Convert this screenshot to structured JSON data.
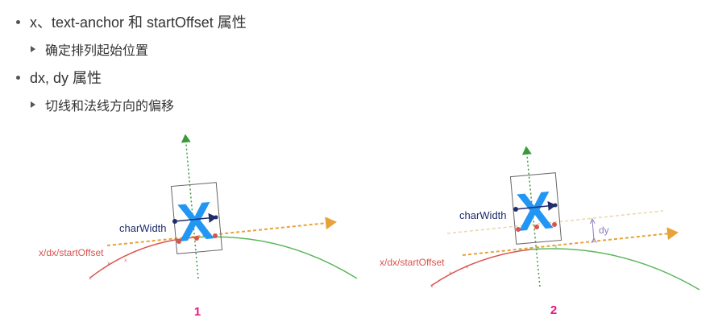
{
  "bullets": [
    {
      "level": 1,
      "text": "x、text-anchor 和 startOffset 属性"
    },
    {
      "level": 2,
      "text": "确定排列起始位置"
    },
    {
      "level": 1,
      "text": "dx, dy 属性"
    },
    {
      "level": 2,
      "text": "切线和法线方向的偏移"
    }
  ],
  "diagram1": {
    "glyph": "X",
    "char_width_label": "charWidth",
    "offset_label": "x/dx/startOffset",
    "number": "1"
  },
  "diagram2": {
    "glyph": "X",
    "char_width_label": "charWidth",
    "offset_label": "x/dx/startOffset",
    "dy_label": "dy",
    "number": "2"
  },
  "colors": {
    "glyph": "#2196f3",
    "curve_left": "#d9534f",
    "curve_right": "#5cb85c",
    "tangent": "#e8a23a",
    "normal": "#3a9a3a",
    "char_width": "#1f2d6b",
    "number": "#e6197d",
    "dy": "#8e7cc3"
  }
}
